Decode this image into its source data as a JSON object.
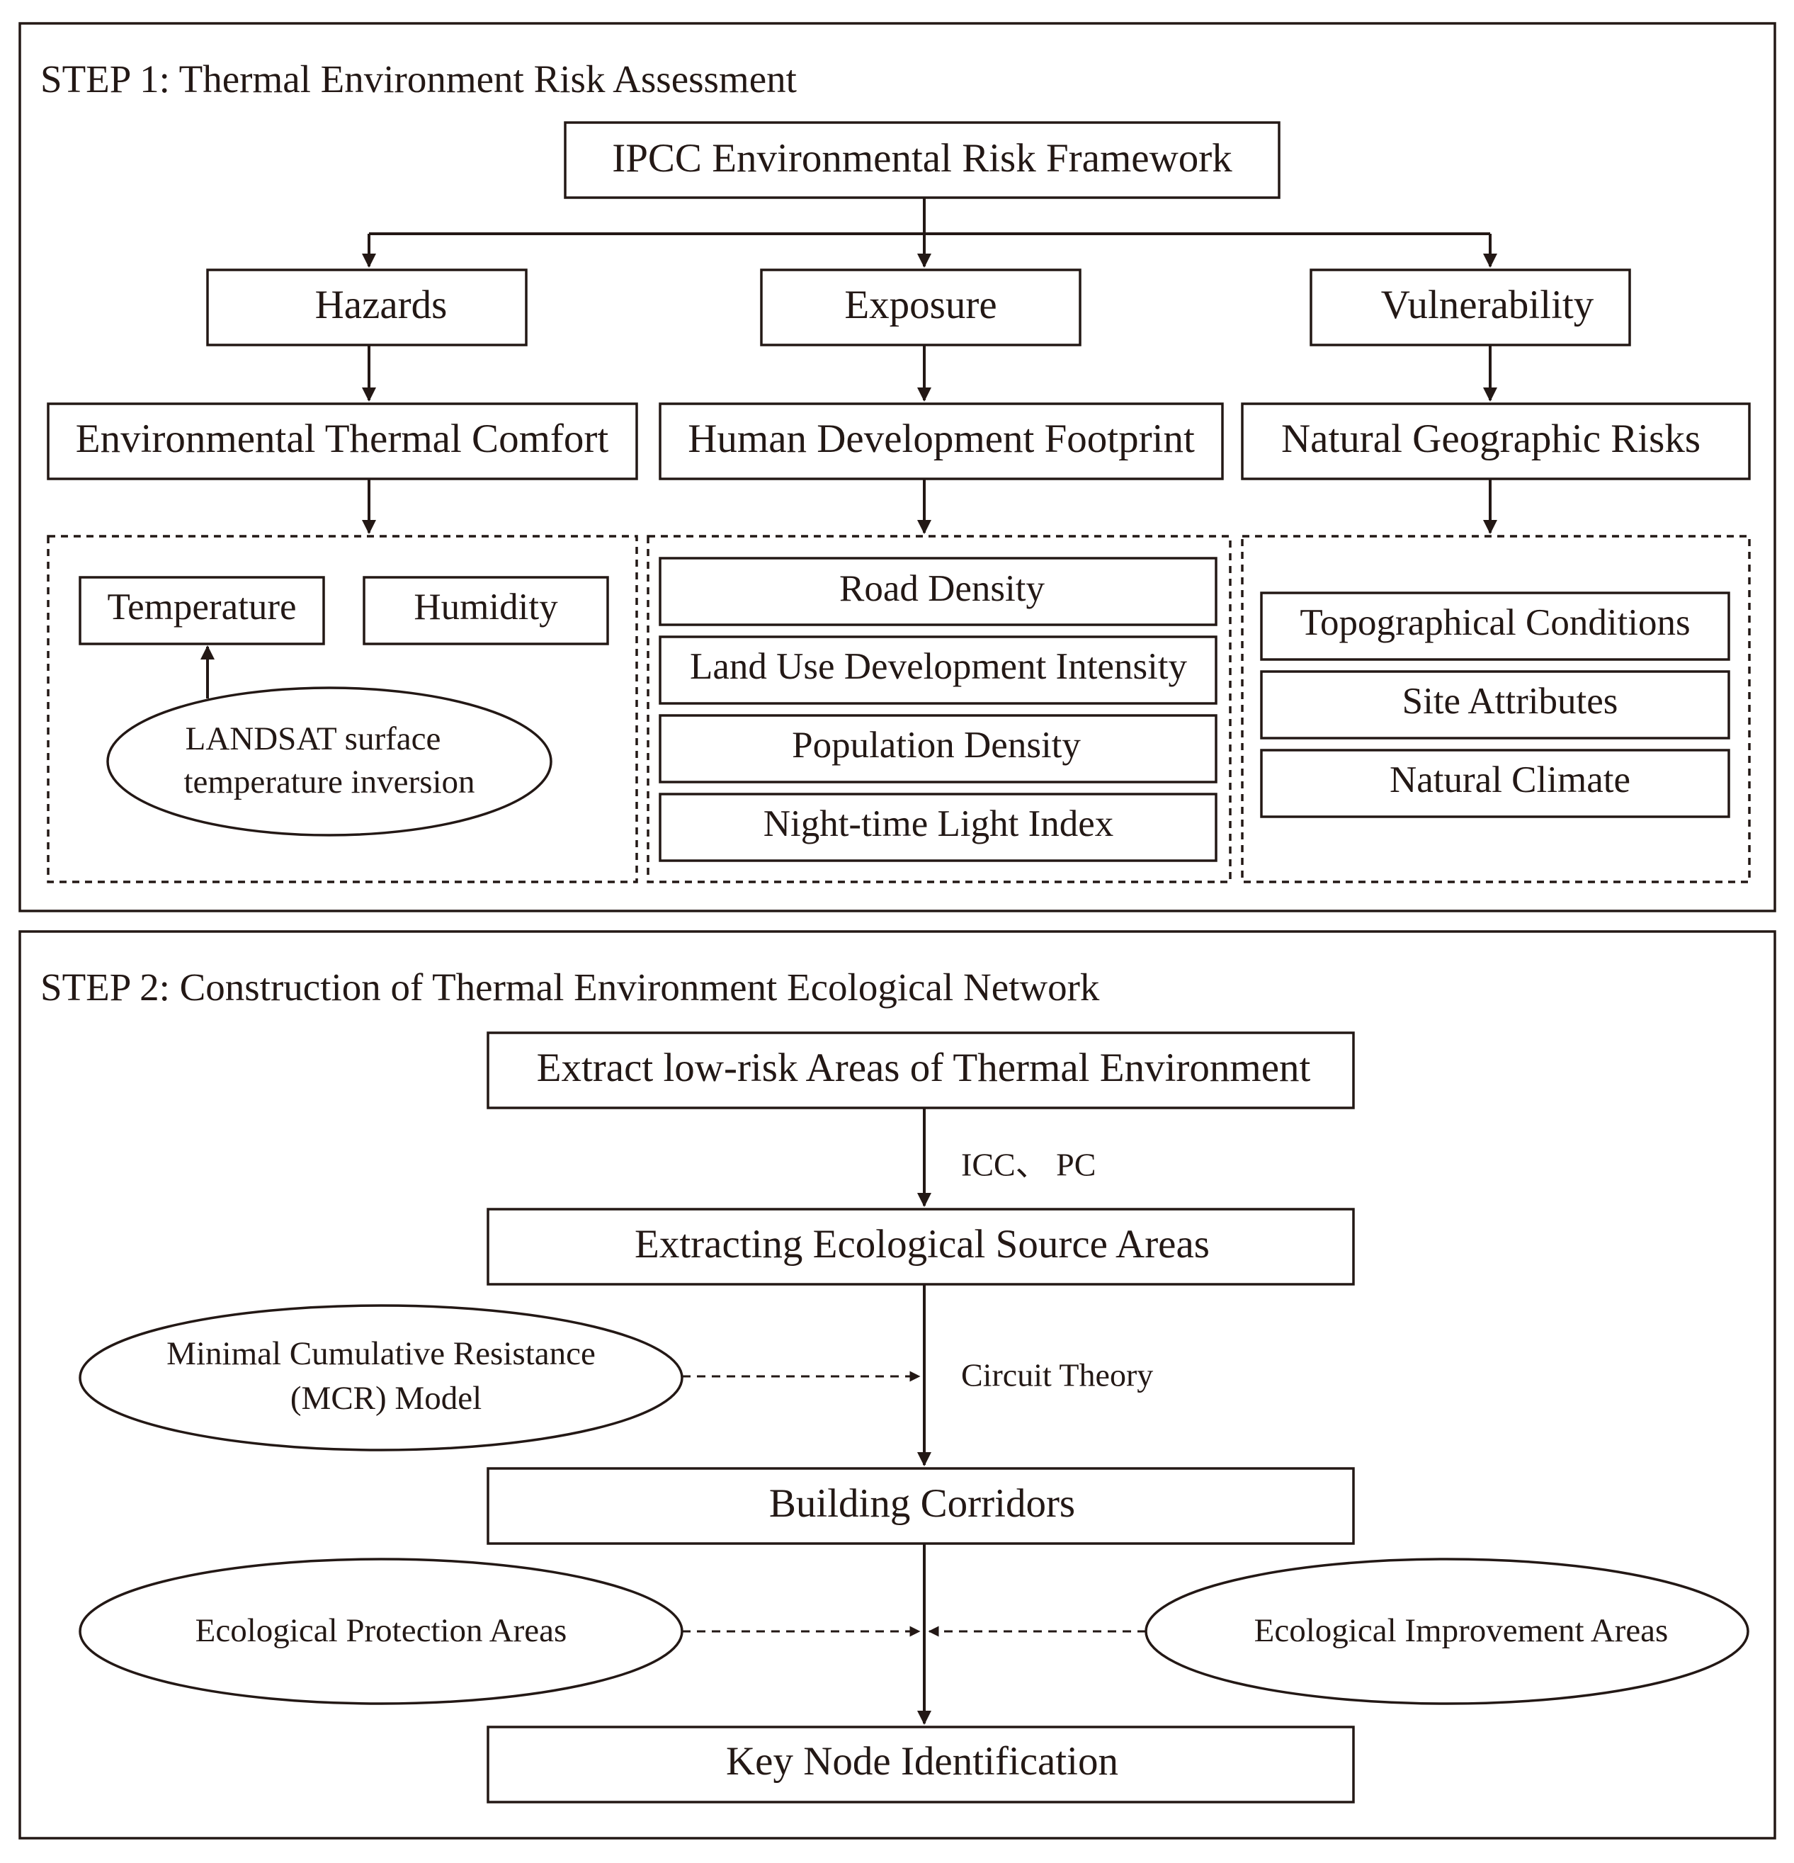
{
  "step1": {
    "title": "STEP 1: Thermal Environment Risk Assessment",
    "framework": "IPCC Environmental Risk Framework",
    "hazards": {
      "label": "Hazards",
      "category": "Environmental Thermal Comfort",
      "items": [
        "Temperature",
        "Humidity"
      ],
      "method_line1": "LANDSAT surface",
      "method_line2": "temperature inversion"
    },
    "exposure": {
      "label": "Exposure",
      "category": "Human Development Footprint",
      "items": [
        "Road Density",
        "Land Use Development Intensity",
        "Population Density",
        "Night-time Light Index"
      ]
    },
    "vulnerability": {
      "label": "Vulnerability",
      "category": "Natural Geographic Risks",
      "items": [
        "Topographical Conditions",
        "Site Attributes",
        "Natural Climate"
      ]
    }
  },
  "step2": {
    "title": "STEP 2: Construction of Thermal Environment Ecological Network",
    "extract_low_risk": "Extract low-risk Areas of Thermal Environment",
    "icc_pc": "ICC、 PC",
    "source_areas": "Extracting Ecological Source Areas",
    "mcr_line1": "Minimal Cumulative Resistance",
    "mcr_line2": "(MCR) Model",
    "circuit_theory": "Circuit Theory",
    "corridors": "Building Corridors",
    "protection_areas": "Ecological Protection Areas",
    "improvement_areas": "Ecological Improvement Areas",
    "key_node": "Key Node Identification"
  }
}
